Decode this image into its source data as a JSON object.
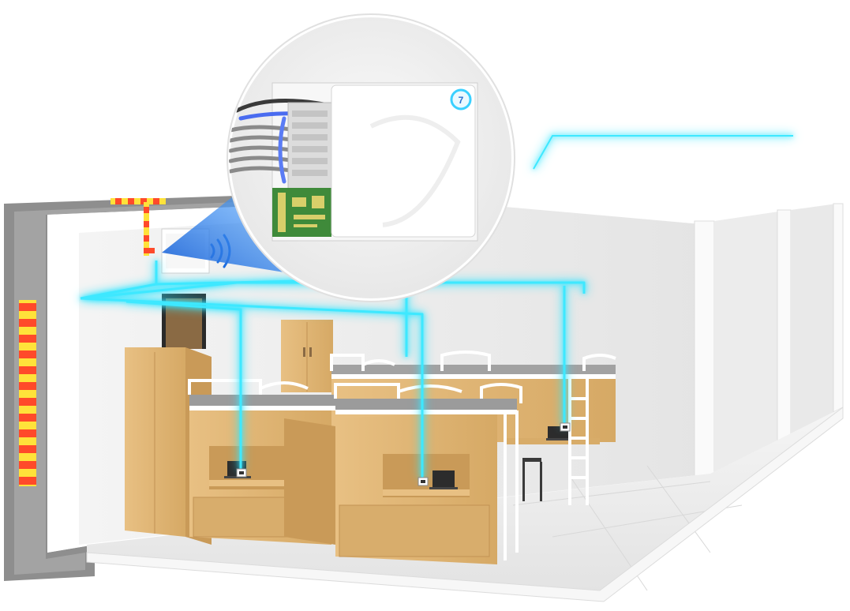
{
  "illustration": {
    "subject": "dormitory-network-cabling",
    "colors": {
      "background": "#ffffff",
      "network_line": "#3ee8ff",
      "outer_wall": "#8c8c8c",
      "inner_wall": "#f2f2f2",
      "floor": "#eeeeee",
      "wood": "#e2b776",
      "wood_dark": "#c99a58",
      "mattress": "#9b9b9b",
      "bed_frame": "#ffffff",
      "warning_red": "#ff4a2a",
      "warning_yellow": "#ffe23a",
      "zoom_cone": "#1f74e0",
      "panel_circle": "#f2f2f2",
      "pcb_green": "#3f8a3a",
      "brand_dot": "#3ad0ff"
    },
    "icons": [
      "wifi-icon",
      "wall-panel-device",
      "laptop-icon",
      "network-port-icon",
      "brand-logo-icon"
    ],
    "room_count_visible": 3,
    "bunk_beds_visible": 3,
    "network_ports_visible": 3
  }
}
